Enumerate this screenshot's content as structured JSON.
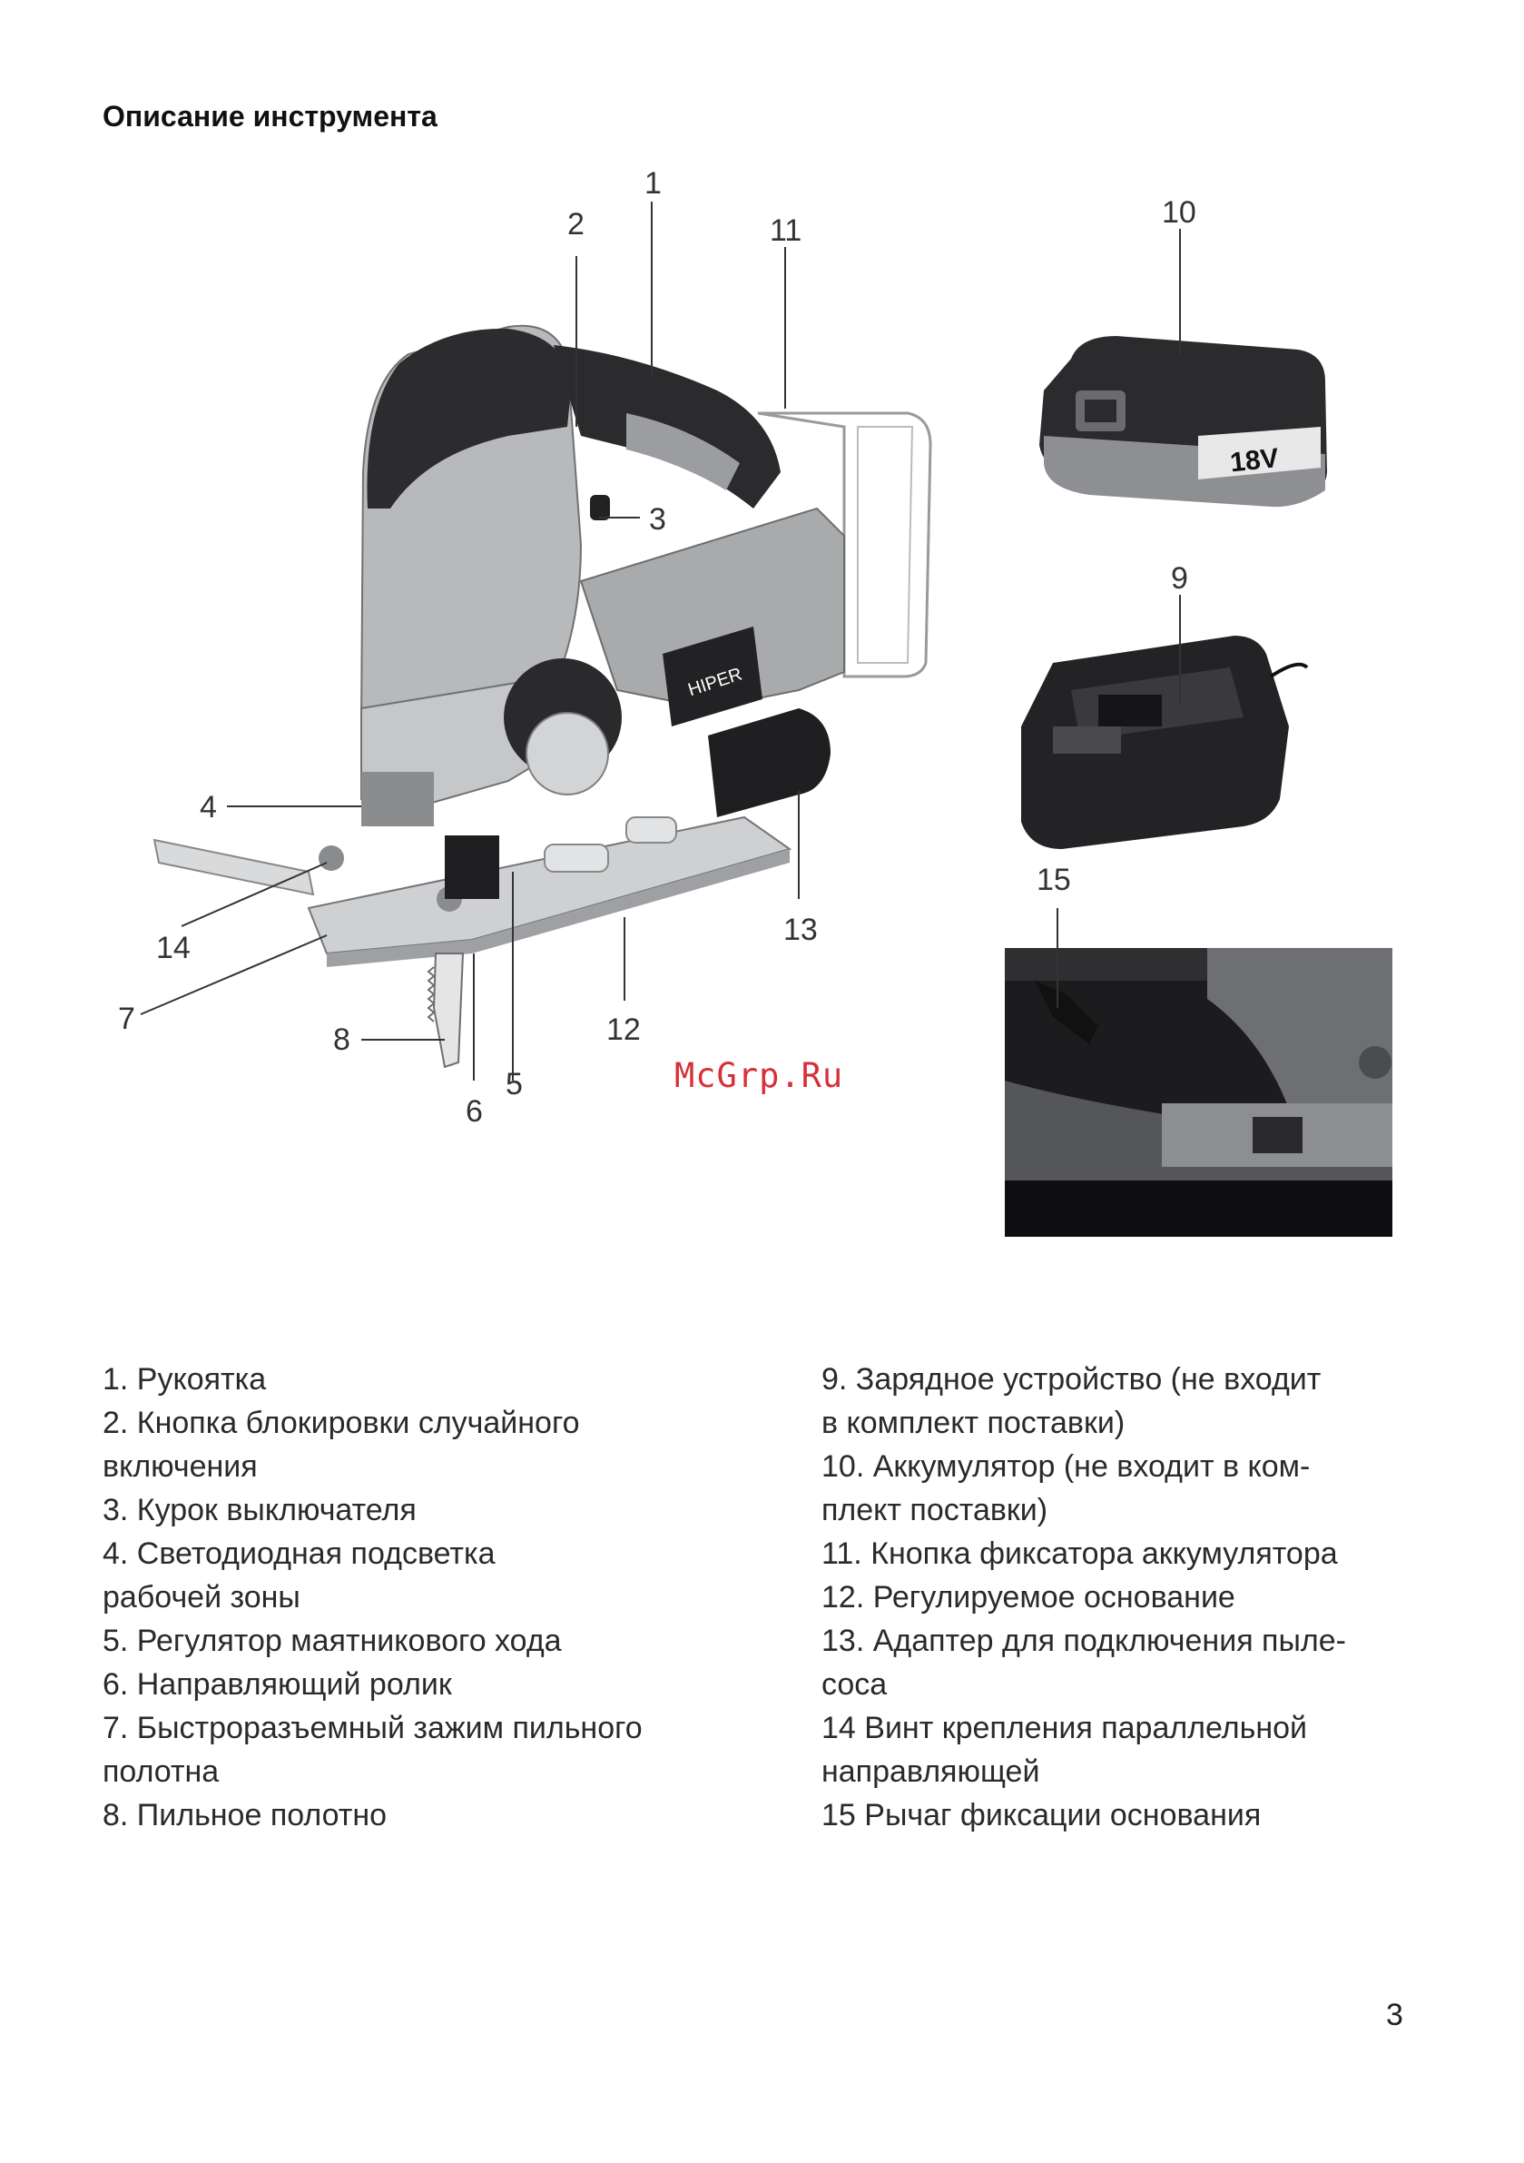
{
  "page": {
    "title": "Описание инструмента",
    "page_number": "3",
    "watermark": "McGrp.Ru"
  },
  "figure": {
    "callouts": [
      "1",
      "2",
      "3",
      "4",
      "5",
      "6",
      "7",
      "8",
      "9",
      "10",
      "11",
      "12",
      "13",
      "14",
      "15"
    ],
    "brand_on_tool": "HIPER",
    "battery_label": "18V"
  },
  "legend": {
    "left": [
      "1. Рукоятка",
      "2. Кнопка блокировки случайного",
      "включения",
      "3. Курок выключателя",
      "4. Светодиодная подсветка",
      "рабочей зоны",
      "5. Регулятор маятникового хода",
      "6. Направляющий ролик",
      "7. Быстроразъемный зажим пильного",
      "полотна",
      "8. Пильное полотно"
    ],
    "right": [
      "9. Зарядное устройство (не входит",
      "в комплект поставки)",
      "10. Аккумулятор (не входит в ком-",
      "плект поставки)",
      "11. Кнопка фиксатора аккумулятора",
      "12. Регулируемое основание",
      "13. Адаптер для подключения пыле-",
      "соса",
      "14 Винт крепления параллельной",
      "направляющей",
      "15 Рычаг фиксации основания"
    ]
  }
}
